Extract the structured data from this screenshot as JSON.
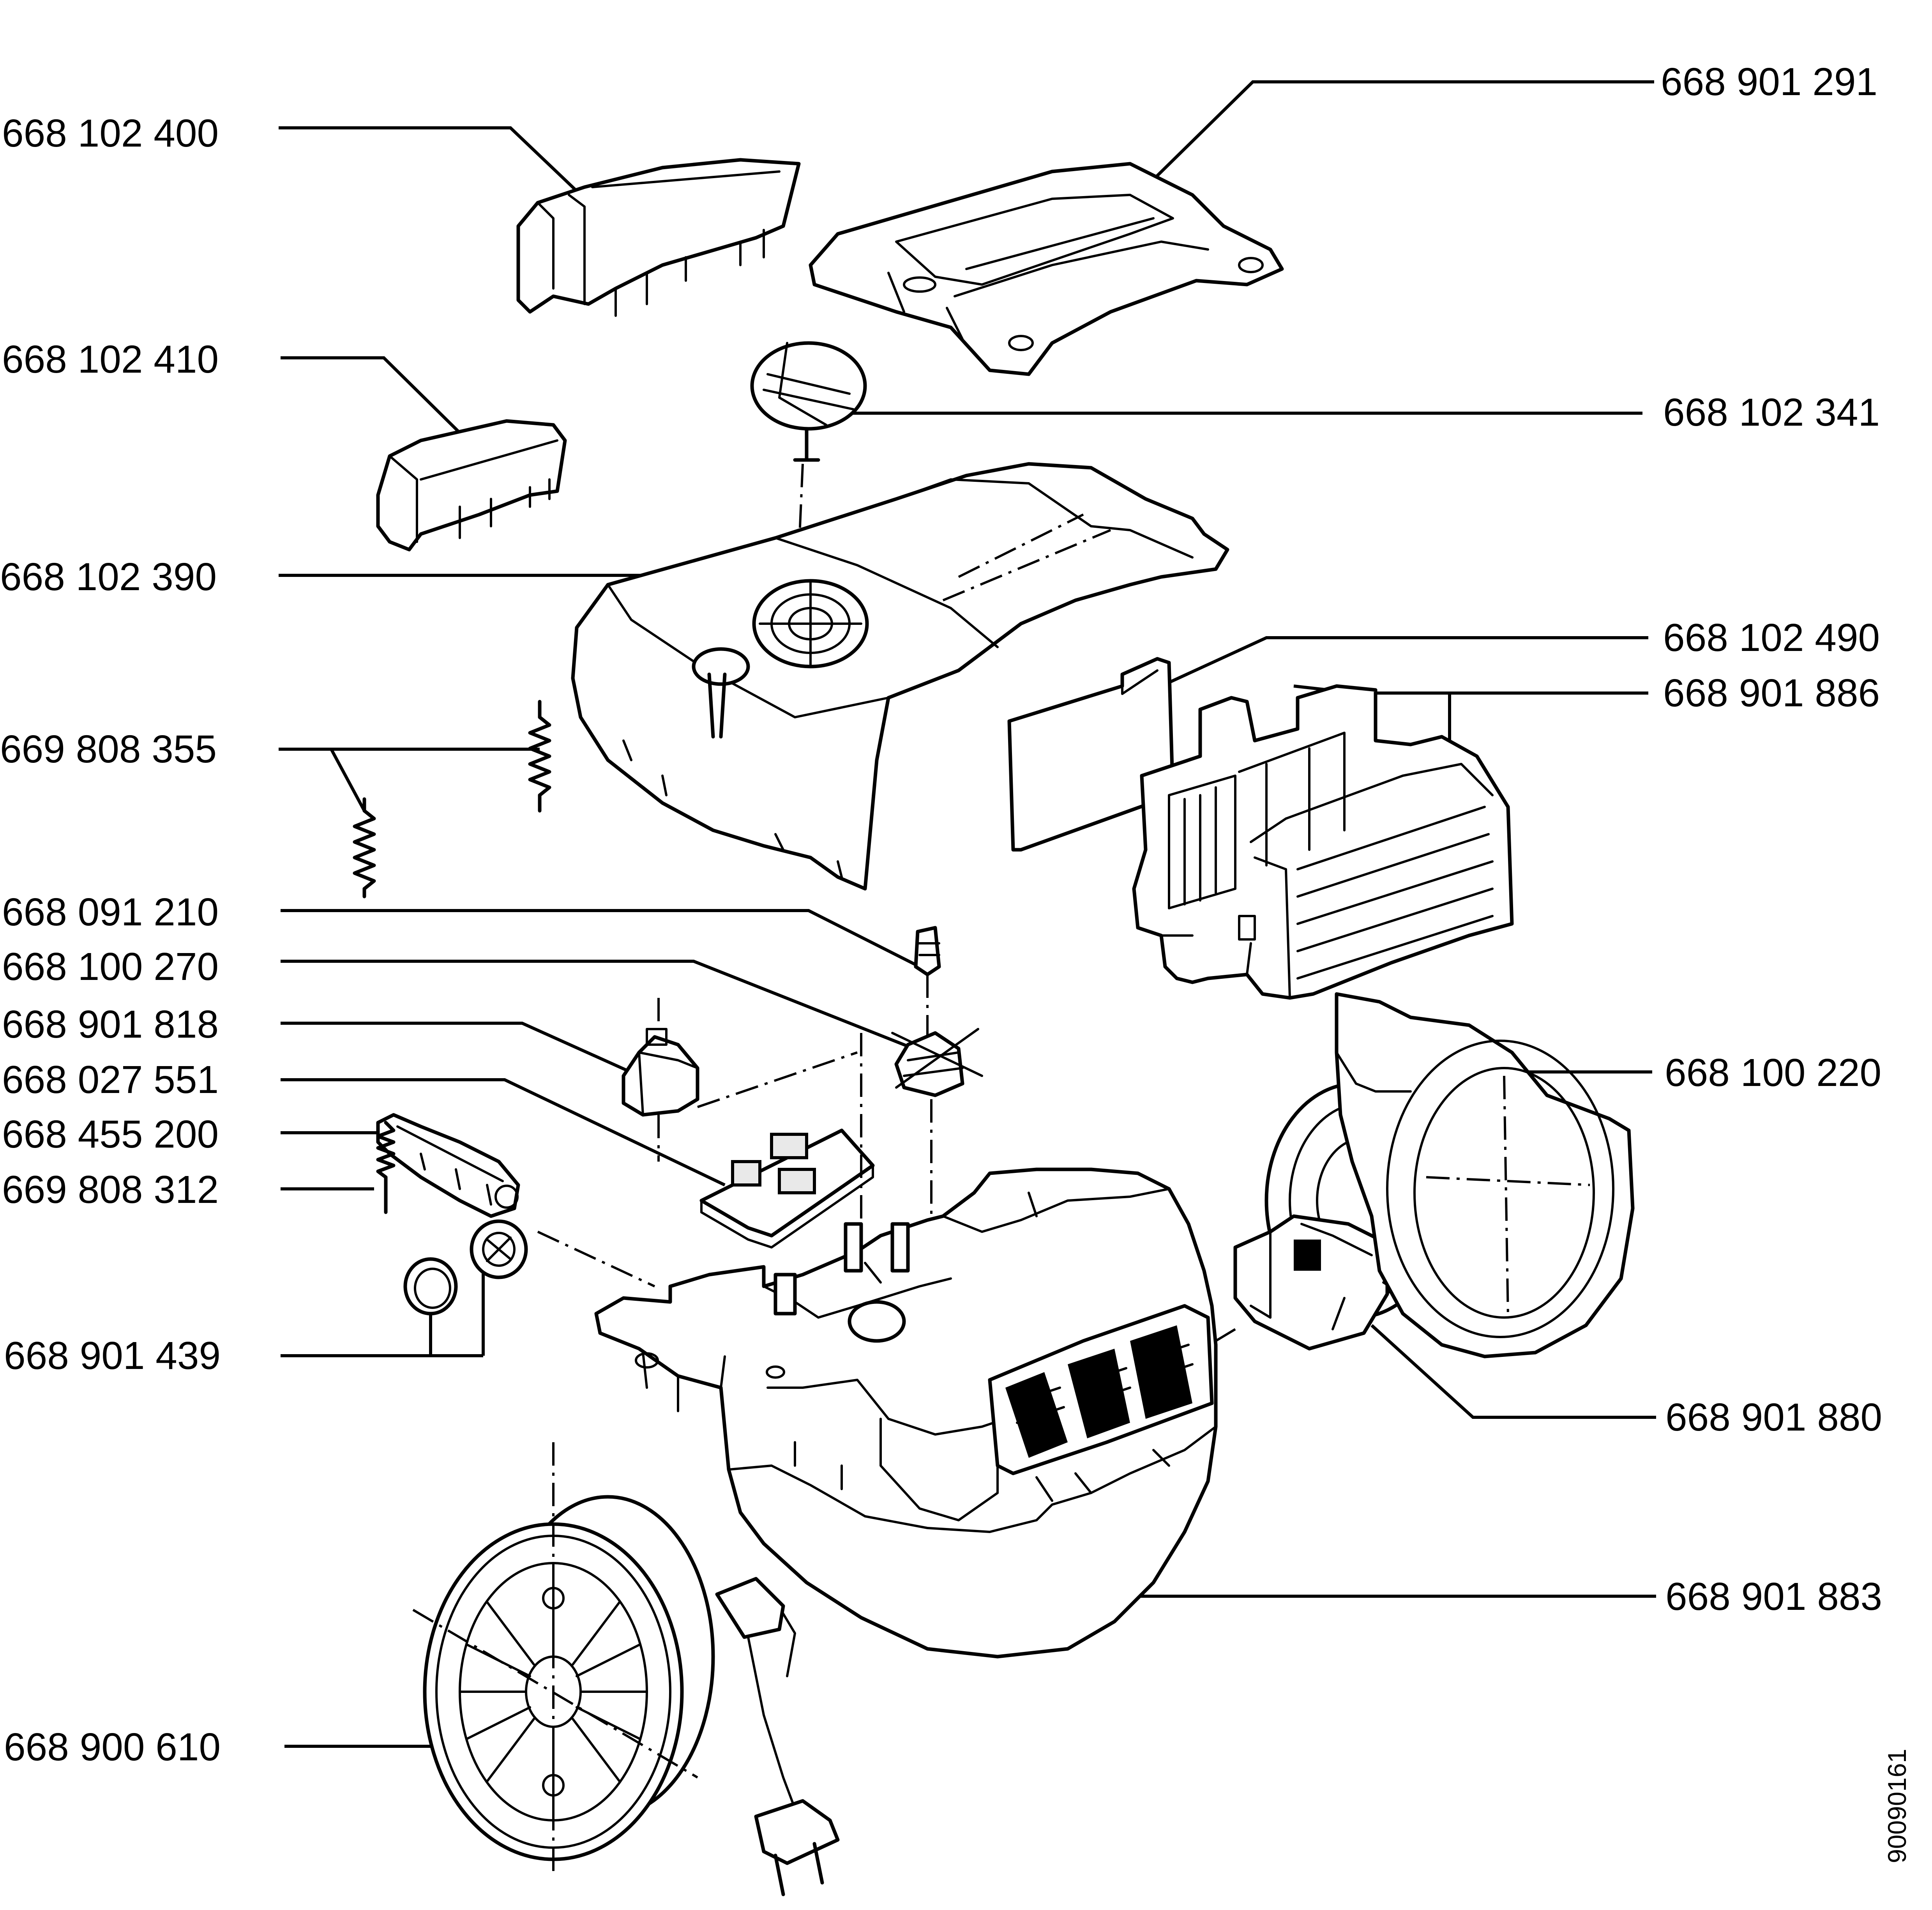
{
  "labels": {
    "left": [
      "668 102 400",
      "668 102 410",
      "668 102 390",
      "669 808 355",
      "668 091 210",
      "668 100 270",
      "668 901 818",
      "668 027 551",
      "668 455 200",
      "669 808 312",
      "668 901 439",
      "668 900 610"
    ],
    "right": [
      "668 901 291",
      "668 102 341",
      "668 102 490",
      "668 901 886",
      "668 100 220",
      "668 901 880",
      "668 901 883"
    ]
  },
  "document_number": "90090161"
}
